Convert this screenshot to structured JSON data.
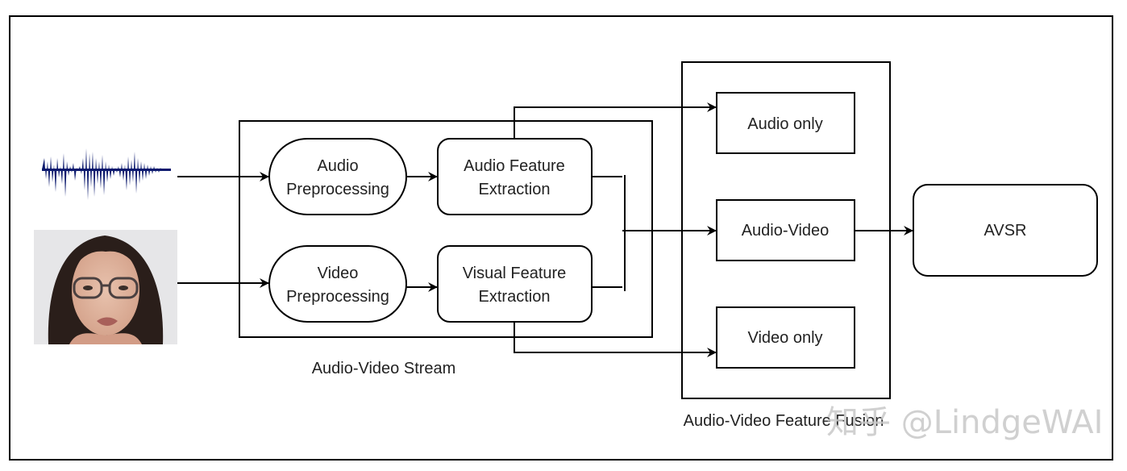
{
  "diagram": {
    "title": "Audio-Visual Speech Recognition pipeline",
    "inputs": {
      "audio": {
        "icon": "waveform-icon",
        "color": "#0c1a6e"
      },
      "video": {
        "icon": "face-photo",
        "description": "frontal face of a speaker wearing glasses"
      }
    },
    "stream_group": {
      "label": "Audio-Video Stream",
      "nodes": {
        "audio_pre": {
          "line1": "Audio",
          "line2": "Preprocessing"
        },
        "video_pre": {
          "line1": "Video",
          "line2": "Preprocessing"
        },
        "audio_feat": {
          "line1": "Audio Feature",
          "line2": "Extraction"
        },
        "visual_feat": {
          "line1": "Visual Feature",
          "line2": "Extraction"
        }
      }
    },
    "fusion_group": {
      "label": "Audio-Video Feature Fusion",
      "nodes": {
        "audio_only": "Audio only",
        "audio_video": "Audio-Video",
        "video_only": "Video only"
      }
    },
    "output": {
      "label": "AVSR"
    },
    "watermark": "知乎 @LindgeWAI",
    "colors": {
      "stroke": "#000000",
      "text": "#222222",
      "waveform": "#0c1a6e"
    }
  }
}
